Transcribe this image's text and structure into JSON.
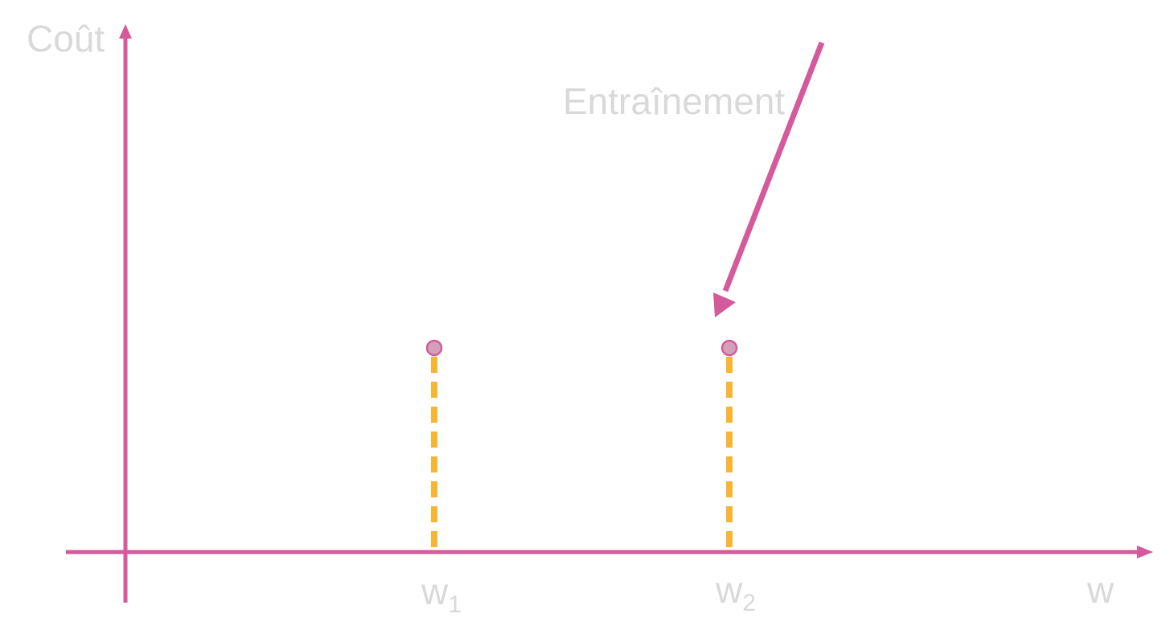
{
  "labels": {
    "y_axis": "Coût",
    "x_axis": "w",
    "annotation": "Entraînement"
  },
  "points": [
    {
      "base": "w",
      "sub": "1"
    },
    {
      "base": "w",
      "sub": "2"
    }
  ],
  "colors": {
    "axis": "#d45a9b",
    "dashed_line": "#f6b533",
    "point_fill": "#d3a0b8",
    "point_stroke": "#d45a9b",
    "text": "#d9d9d9"
  }
}
